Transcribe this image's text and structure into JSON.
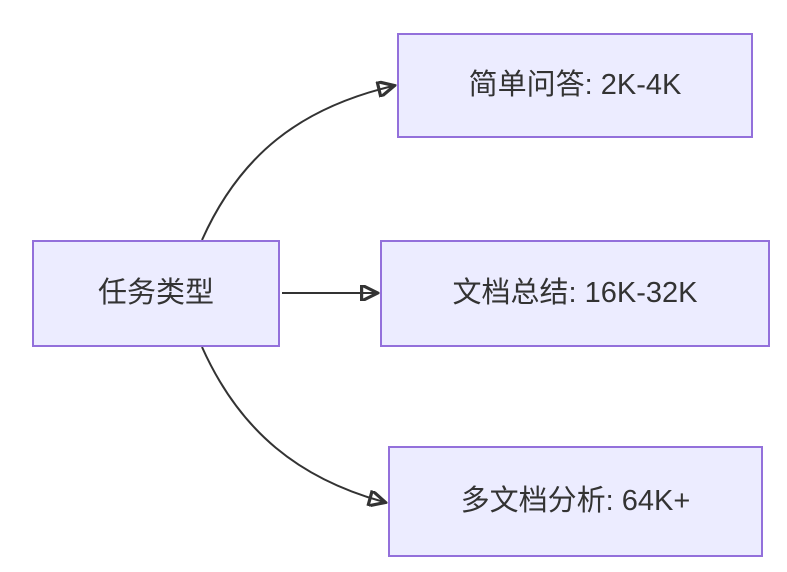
{
  "diagram": {
    "type": "flowchart",
    "direction": "left-to-right",
    "colors": {
      "background": "#ffffff",
      "node_fill": "#ECECFF",
      "node_border": "#9370DB",
      "edge_color": "#333333",
      "text_color": "#333333"
    },
    "nodes": [
      {
        "id": "task",
        "label": "任务类型"
      },
      {
        "id": "simple",
        "label": "简单问答: 2K-4K"
      },
      {
        "id": "doc",
        "label": "文档总结: 16K-32K"
      },
      {
        "id": "multi",
        "label": "多文档分析: 64K+"
      }
    ],
    "edges": [
      {
        "from": "任务类型",
        "to": "简单问答: 2K-4K",
        "style": "curved-up-arrow"
      },
      {
        "from": "任务类型",
        "to": "文档总结: 16K-32K",
        "style": "straight-arrow"
      },
      {
        "from": "任务类型",
        "to": "多文档分析: 64K+",
        "style": "curved-down-arrow"
      }
    ]
  }
}
